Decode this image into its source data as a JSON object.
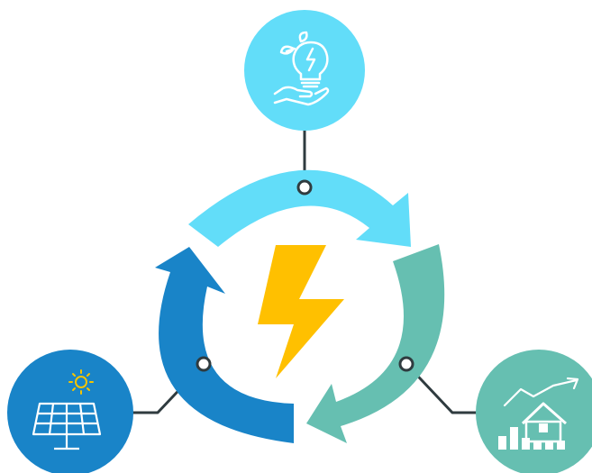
{
  "diagram": {
    "type": "energy-cycle",
    "colors": {
      "light_blue": "#62DDF9",
      "dark_blue": "#1984C8",
      "teal": "#66BFB1",
      "lightning": "#FFC000",
      "connector": "#2f3b3f",
      "icon_stroke": "#ffffff",
      "sun": "#F5C400"
    },
    "nodes": [
      {
        "id": "top",
        "icon": "eco-lightbulb-hand-icon",
        "color": "light_blue"
      },
      {
        "id": "left",
        "icon": "solar-panel-sun-icon",
        "color": "dark_blue"
      },
      {
        "id": "right",
        "icon": "house-growth-chart-icon",
        "color": "teal"
      }
    ],
    "center_icon": "lightning-bolt-icon"
  }
}
